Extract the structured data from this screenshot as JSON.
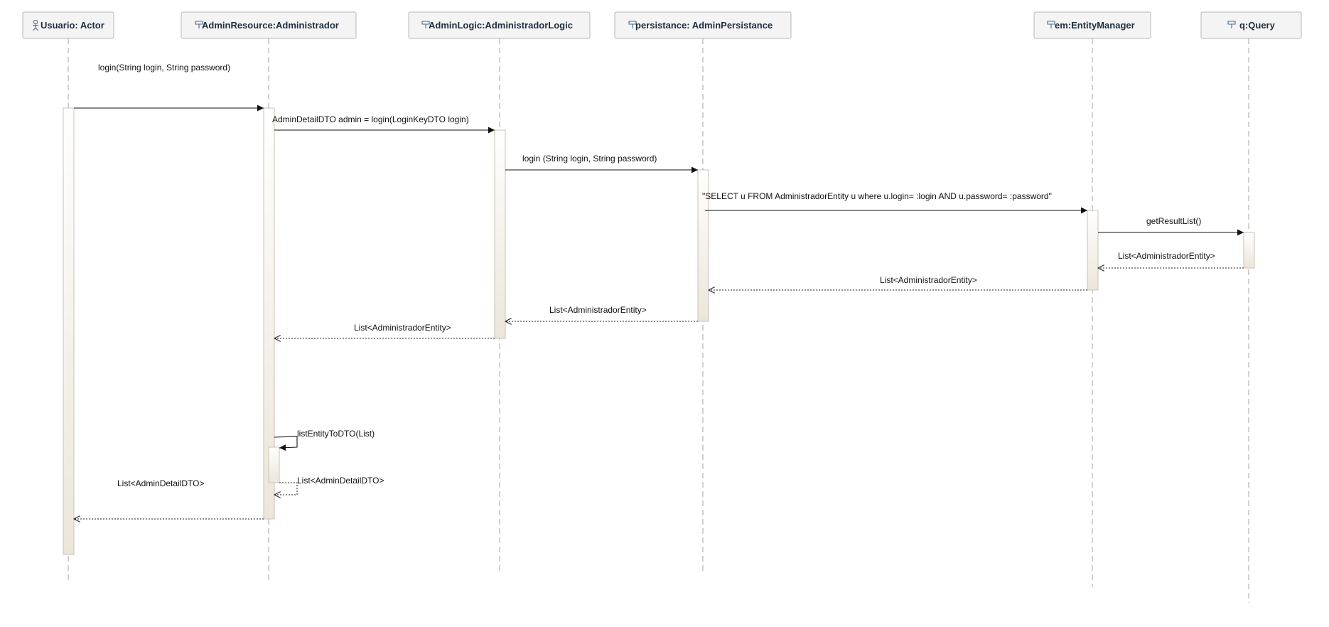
{
  "lifelines": [
    {
      "id": "usuario",
      "title": "Usuario: Actor",
      "icon": "actor-icon"
    },
    {
      "id": "adminresource",
      "title": "AdminResource:Administrador",
      "icon": "lifeline-icon"
    },
    {
      "id": "adminlogic",
      "title": "AdminLogic:AdministradorLogic",
      "icon": "lifeline-icon"
    },
    {
      "id": "persistance",
      "title": "persistance: AdminPersistance",
      "icon": "lifeline-icon"
    },
    {
      "id": "em",
      "title": "em:EntityManager",
      "icon": "lifeline-icon"
    },
    {
      "id": "q",
      "title": "q:Query",
      "icon": "lifeline-icon"
    }
  ],
  "messages": [
    {
      "id": "m1",
      "label": "login(String login, String password)",
      "kind": "call"
    },
    {
      "id": "m2",
      "label": "AdminDetailDTO admin = login(LoginKeyDTO login)",
      "kind": "call"
    },
    {
      "id": "m3",
      "label": "login (String login, String password)",
      "kind": "call"
    },
    {
      "id": "m4",
      "label": "\"SELECT u FROM AdministradorEntity u where u.login= :login AND u.password= :password\"",
      "kind": "call"
    },
    {
      "id": "m5",
      "label": "getResultList()",
      "kind": "call"
    },
    {
      "id": "r5",
      "label": "List<AdministradorEntity>",
      "kind": "return"
    },
    {
      "id": "r4",
      "label": "List<AdministradorEntity>",
      "kind": "return"
    },
    {
      "id": "r3",
      "label": "List<AdministradorEntity>",
      "kind": "return"
    },
    {
      "id": "r2",
      "label": "List<AdministradorEntity>",
      "kind": "return"
    },
    {
      "id": "m6",
      "label": "listEntityToDTO(List)",
      "kind": "self-call"
    },
    {
      "id": "r6",
      "label": "List<AdminDetailDTO>",
      "kind": "self-return"
    },
    {
      "id": "r1",
      "label": "List<AdminDetailDTO>",
      "kind": "return"
    }
  ]
}
